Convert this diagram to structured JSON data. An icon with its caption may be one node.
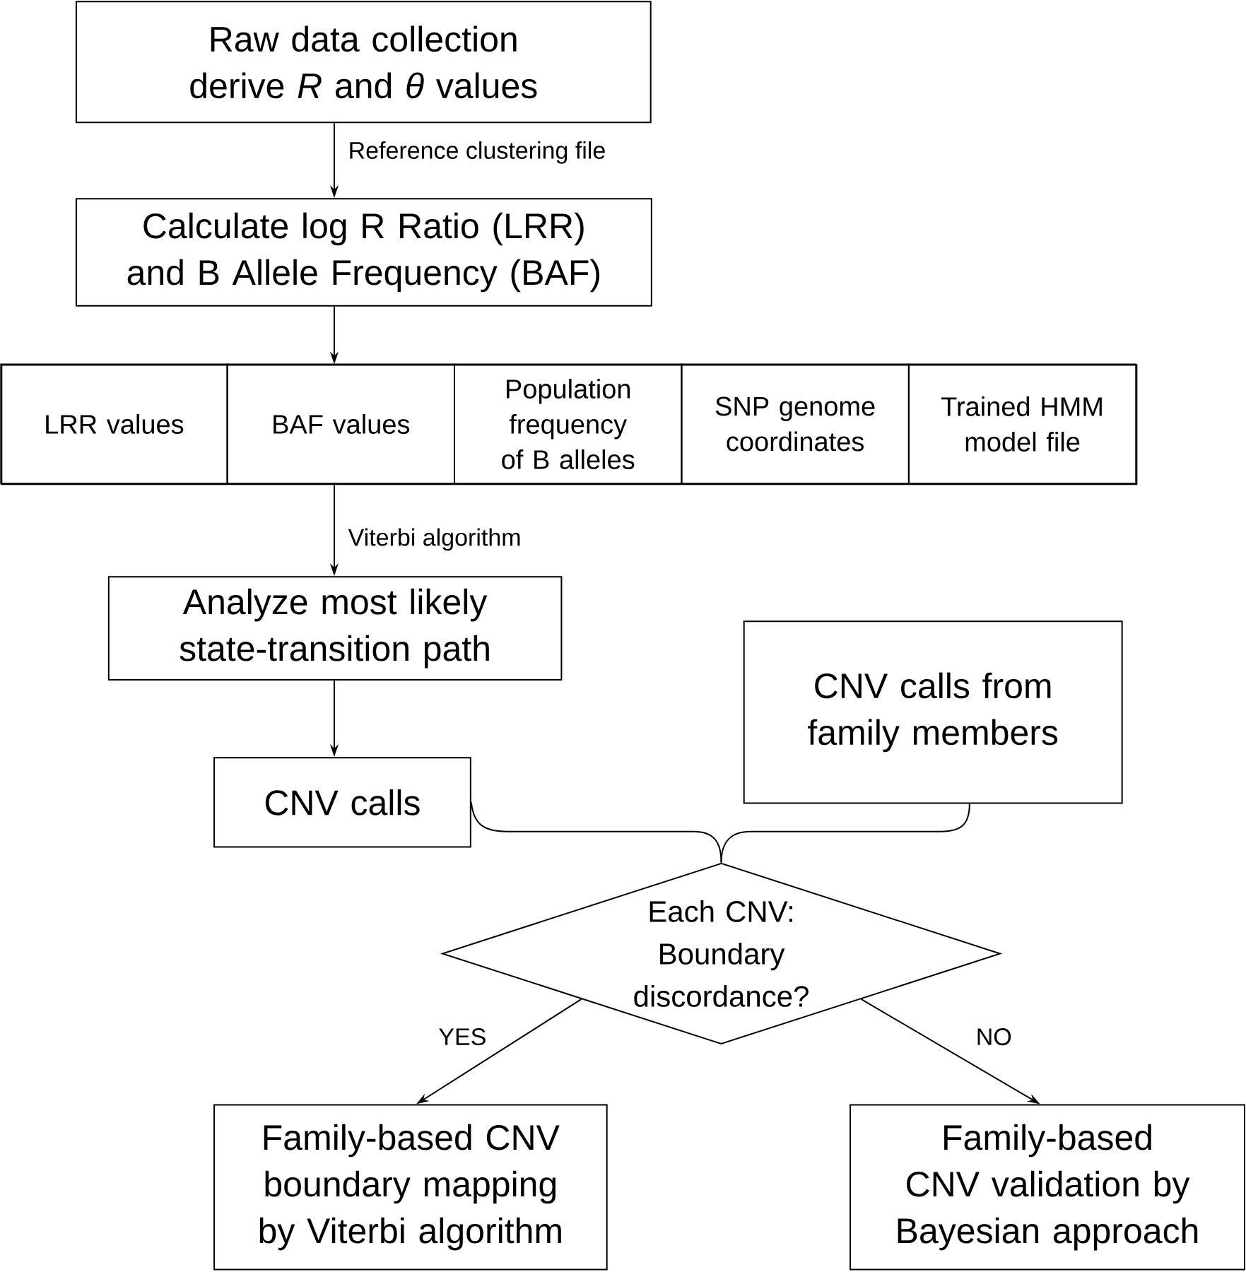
{
  "diagram": {
    "nodes": [
      {
        "text": [
          "Raw data collection derive *R* and *θ* values"
        ]
      },
      {
        "text": [
          "Calculate log R Ratio (LRR) and B Allele Frequency (BAF)"
        ]
      },
      {
        "text": [],
        "shape": "box"
      },
      {
        "text": [
          "LRR values"
        ],
        "in": 2
      },
      {
        "text": [
          "BAF values"
        ],
        "in": 2
      },
      {
        "text": [
          "Population frequency of B alleles"
        ],
        "in": 2
      },
      {
        "text": [
          "SNP genome coordinates"
        ],
        "in": 2
      },
      {
        "text": [
          "Trained HMM model file"
        ],
        "in": 2
      },
      {
        "text": [
          "Analyze most likely state-transition path"
        ]
      },
      {
        "text": [
          "CNV calls"
        ]
      },
      {
        "text": [
          "CNV calls from family members"
        ]
      },
      {
        "text": [
          "Each CNV: Boundary discordance?"
        ]
      },
      {
        "text": [
          "Family-based CNV boundary mapping by Viterbi algorithm"
        ]
      },
      {
        "text": [
          "Family-based CNV validation by Bayesian approach"
        ]
      }
    ],
    "edges": [
      {
        "from": 0,
        "to": 1,
        "arrow": "to",
        "label": "Reference clustering file"
      },
      {
        "from": 1,
        "to": 2,
        "arrow": "to"
      },
      {
        "from": 2,
        "to": 8,
        "arrow": "to",
        "label": "Viterbi algorithm"
      },
      {
        "from": 8,
        "to": 9,
        "arrow": "to"
      },
      {
        "from": 9,
        "to": 11,
        "arrow": "none"
      },
      {
        "from": 10,
        "to": 11,
        "arrow": "none"
      },
      {
        "from": 11,
        "to": 12,
        "arrow": "to",
        "label": "YES"
      },
      {
        "from": 11,
        "to": 13,
        "arrow": "to",
        "label": "NO"
      }
    ]
  }
}
